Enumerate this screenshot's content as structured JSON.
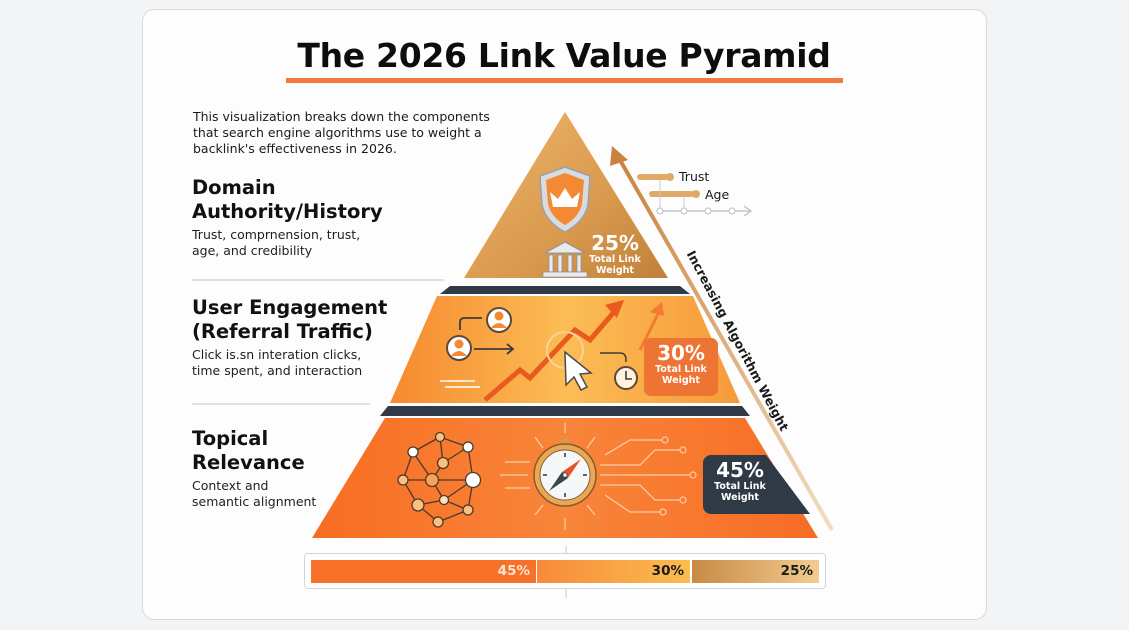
{
  "title": "The 2026 Link Value Pyramid",
  "intro": "This visualization breaks down the components that search engine algorithms use to weight a backlink's effectiveness in 2026.",
  "sections": [
    {
      "heading_line1": "Domain",
      "heading_line2": "Authority/History",
      "desc_line1": "Trust, comprnension, trust,",
      "desc_line2": "age, and credibility"
    },
    {
      "heading_line1": "User Engagement",
      "heading_line2": "(Referral Traffic)",
      "desc_line1": "Click is.sn interation clicks,",
      "desc_line2": "time spent, and interaction"
    },
    {
      "heading_line1": "Topical",
      "heading_line2": "Relevance",
      "desc_line1": "Context and",
      "desc_line2": "semantic alignment"
    }
  ],
  "tiers": [
    {
      "name": "Domain Authority/History",
      "percent": "25%",
      "caption_line1": "Total Link",
      "caption_line2": "Weight",
      "icons": [
        "shield-crown-icon",
        "bank-building-icon"
      ],
      "color": "#d99a4e"
    },
    {
      "name": "User Engagement",
      "percent": "30%",
      "caption_line1": "Total Link",
      "caption_line2": "Weight",
      "icons": [
        "user-icon",
        "cursor-click-icon",
        "trend-arrow-icon",
        "clock-icon"
      ],
      "color": "#f7a03c"
    },
    {
      "name": "Topical Relevance",
      "percent": "45%",
      "caption_line1": "Total Link",
      "caption_line2": "Weight",
      "icons": [
        "network-graph-icon",
        "compass-icon",
        "circuit-lines-icon"
      ],
      "color": "#f77a2e"
    }
  ],
  "side_labels": {
    "trust": "Trust",
    "age": "Age"
  },
  "axis_label": "Increasing Algorithm Weight",
  "bar": [
    {
      "label": "45%",
      "value": 45,
      "color": "#f77228"
    },
    {
      "label": "30%",
      "value": 30,
      "color": "#fbb54a"
    },
    {
      "label": "25%",
      "value": 25,
      "color": "#d9a060"
    }
  ],
  "chart_data": {
    "type": "pie",
    "title": "The 2026 Link Value Pyramid",
    "categories": [
      "Topical Relevance",
      "User Engagement (Referral Traffic)",
      "Domain Authority/History"
    ],
    "values": [
      45,
      30,
      25
    ],
    "unit": "% Total Link Weight",
    "annotations": [
      "Increasing Algorithm Weight",
      "Trust",
      "Age"
    ]
  }
}
